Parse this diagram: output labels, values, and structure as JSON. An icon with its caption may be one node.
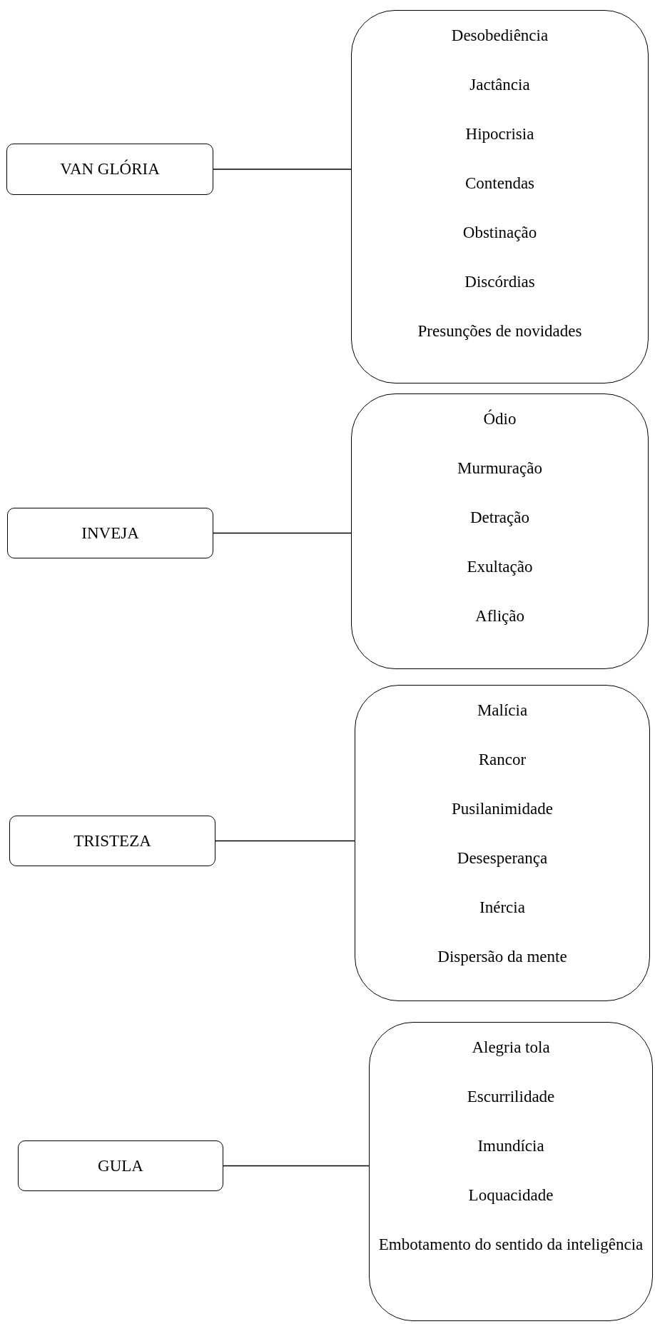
{
  "diagram": {
    "nodes": [
      {
        "text": [
          "VAN GLÓRIA"
        ]
      },
      {
        "text": [
          "Desobediência",
          "Jactância",
          "Hipocrisia",
          "Contendas",
          "Obstinação",
          "Discórdias",
          "Presunções de novidades"
        ]
      },
      {
        "text": [
          "INVEJA"
        ]
      },
      {
        "text": [
          "Ódio",
          "Murmuração",
          "Detração",
          "Exultação",
          "Aflição"
        ]
      },
      {
        "text": [
          "TRISTEZA"
        ]
      },
      {
        "text": [
          "Malícia",
          "Rancor",
          "Pusilanimidade",
          "Desesperança",
          "Inércia",
          "Dispersão da mente"
        ]
      },
      {
        "text": [
          "GULA"
        ]
      },
      {
        "text": [
          "Alegria tola",
          "Escurrilidade",
          "Imundícia",
          "Loquacidade",
          "Embotamento do sentido da inteligência"
        ]
      }
    ],
    "edges": [
      {
        "from": 0,
        "to": 1,
        "arrow": "none"
      },
      {
        "from": 2,
        "to": 3,
        "arrow": "none"
      },
      {
        "from": 4,
        "to": 5,
        "arrow": "none"
      },
      {
        "from": 6,
        "to": 7,
        "arrow": "none"
      }
    ]
  }
}
